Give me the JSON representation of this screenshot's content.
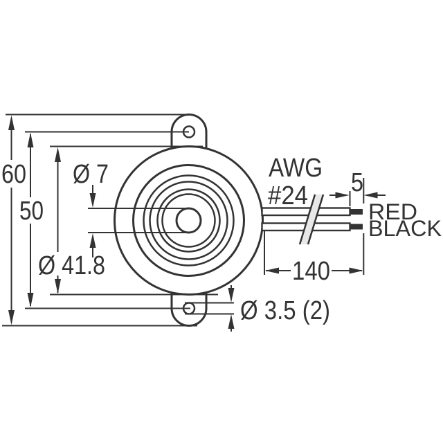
{
  "labels": {
    "overall_height": "60",
    "mounting_hole_spacing": "50",
    "center_hole_diameter": "Ø 7",
    "body_diameter": "Ø 41.8",
    "mounting_hole_diameter": "Ø 3.5 (2)",
    "wire_gauge_line1": "AWG",
    "wire_gauge_line2": "#24",
    "stripped_length": "5",
    "wire_length": "140",
    "wire_positive": "RED",
    "wire_negative": "BLACK"
  },
  "colors": {
    "line": "#333333",
    "background": "#ffffff",
    "break_band": "#e8e8e8"
  }
}
